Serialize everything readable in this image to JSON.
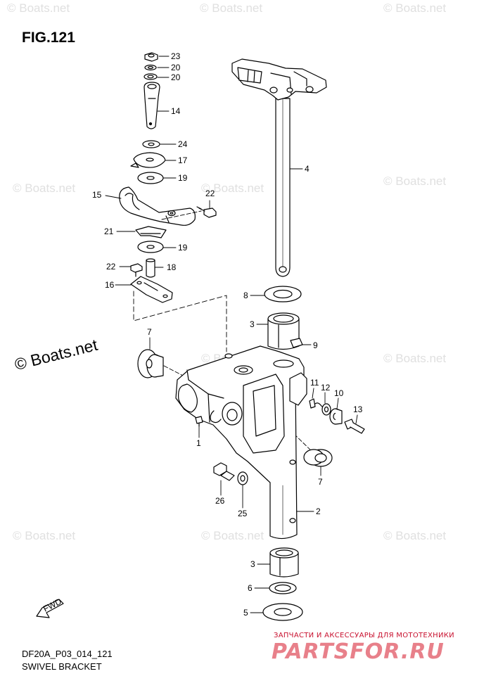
{
  "figure": {
    "title": "FIG.121",
    "code": "DF20A_P03_014_121",
    "name": "SWIVEL BRACKET",
    "fwd_label": "FWD"
  },
  "watermark": {
    "text": "© Boats.net",
    "large_text": "© Boats.net"
  },
  "shop": {
    "tagline": "ЗАПЧАСТИ И АКСЕССУАРЫ ДЛЯ МОТОТЕХНИКИ",
    "logo": "PARTSFOR.RU"
  },
  "callouts": [
    "23",
    "20",
    "20",
    "14",
    "24",
    "17",
    "19",
    "15",
    "22",
    "21",
    "19",
    "22",
    "18",
    "16",
    "4",
    "8",
    "3",
    "9",
    "7",
    "11",
    "12",
    "10",
    "13",
    "1",
    "26",
    "25",
    "7",
    "2",
    "3",
    "6",
    "5"
  ]
}
